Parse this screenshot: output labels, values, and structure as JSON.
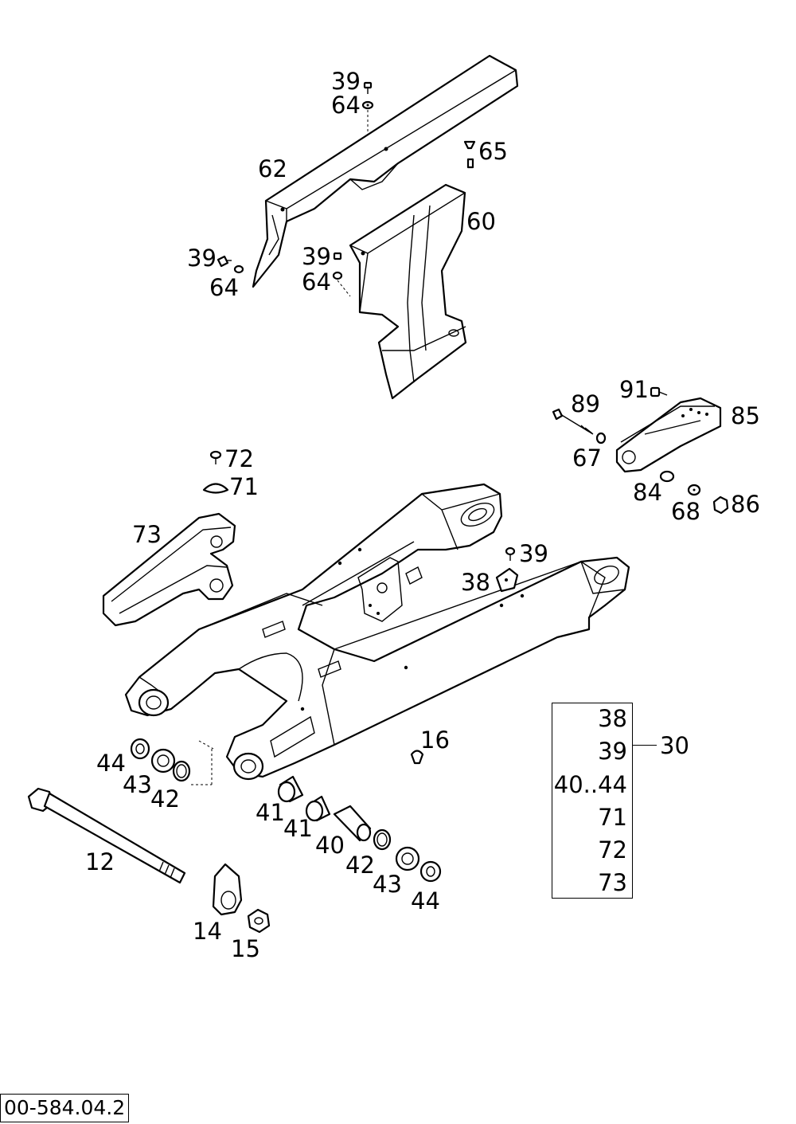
{
  "callouts": [
    {
      "id": "c39a",
      "text": "39"
    },
    {
      "id": "c64a",
      "text": "64"
    },
    {
      "id": "c65",
      "text": "65"
    },
    {
      "id": "c62",
      "text": "62"
    },
    {
      "id": "c60",
      "text": "60"
    },
    {
      "id": "c39b",
      "text": "39"
    },
    {
      "id": "c64b",
      "text": "64"
    },
    {
      "id": "c39c",
      "text": "39"
    },
    {
      "id": "c64c",
      "text": "64"
    },
    {
      "id": "c91",
      "text": "91"
    },
    {
      "id": "c89",
      "text": "89"
    },
    {
      "id": "c85",
      "text": "85"
    },
    {
      "id": "c67",
      "text": "67"
    },
    {
      "id": "c84",
      "text": "84"
    },
    {
      "id": "c68",
      "text": "68"
    },
    {
      "id": "c86",
      "text": "86"
    },
    {
      "id": "c72",
      "text": "72"
    },
    {
      "id": "c71",
      "text": "71"
    },
    {
      "id": "c73",
      "text": "73"
    },
    {
      "id": "c39d",
      "text": "39"
    },
    {
      "id": "c38",
      "text": "38"
    },
    {
      "id": "c16",
      "text": "16"
    },
    {
      "id": "c44a",
      "text": "44"
    },
    {
      "id": "c43a",
      "text": "43"
    },
    {
      "id": "c42a",
      "text": "42"
    },
    {
      "id": "c41a",
      "text": "41"
    },
    {
      "id": "c41b",
      "text": "41"
    },
    {
      "id": "c40",
      "text": "40"
    },
    {
      "id": "c42b",
      "text": "42"
    },
    {
      "id": "c43b",
      "text": "43"
    },
    {
      "id": "c44b",
      "text": "44"
    },
    {
      "id": "c12",
      "text": "12"
    },
    {
      "id": "c14",
      "text": "14"
    },
    {
      "id": "c15",
      "text": "15"
    }
  ],
  "parts_box": {
    "items": [
      "38",
      "39",
      "40..44",
      "71",
      "72",
      "73"
    ],
    "assembly": "30"
  },
  "drawing_number": "00-584.04.2"
}
